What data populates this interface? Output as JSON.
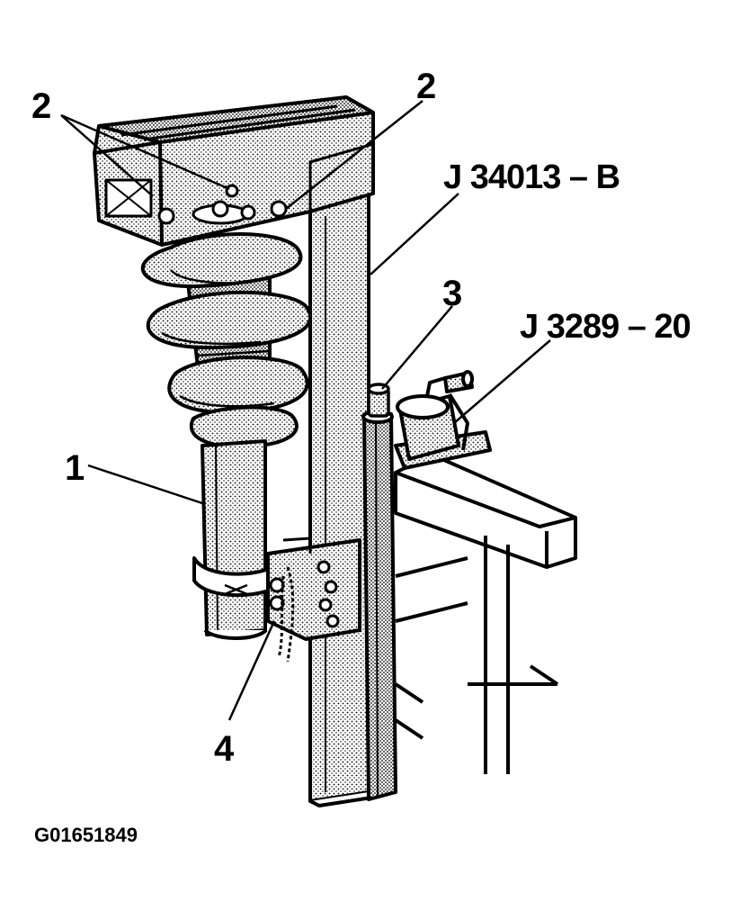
{
  "callouts": {
    "num_2_left": "2",
    "num_2_right": "2",
    "tool_strut_compressor": "J 34013 – B",
    "num_3": "3",
    "tool_adapter": "J 3289 – 20",
    "num_1": "1",
    "num_4": "4"
  },
  "figure_code": "G01651849",
  "colors": {
    "ink": "#000000",
    "paper": "#ffffff",
    "stipple": "#000000"
  }
}
